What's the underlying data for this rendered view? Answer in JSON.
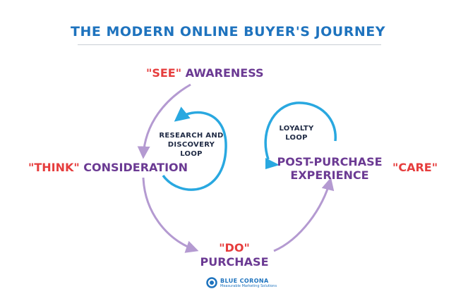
{
  "title": "THE MODERN ONLINE BUYER'S JOURNEY",
  "stages": {
    "see": {
      "quote": "\"SEE\"",
      "label": "AWARENESS"
    },
    "think": {
      "quote": "\"THINK\"",
      "label": "CONSIDERATION"
    },
    "do": {
      "quote": "\"DO\"",
      "label": "PURCHASE"
    },
    "care": {
      "quote": "\"CARE\"",
      "label_line1": "POST-PURCHASE",
      "label_line2": "EXPERIENCE"
    }
  },
  "loops": {
    "research": {
      "line1": "RESEARCH AND",
      "line2": "DISCOVERY",
      "line3": "LOOP"
    },
    "loyalty": {
      "line1": "LOYALTY",
      "line2": "LOOP"
    }
  },
  "logo": {
    "name": "BLUE CORONA",
    "tagline": "Measurable Marketing Solutions"
  },
  "colors": {
    "title": "#1e73be",
    "quote_red": "#e63d3d",
    "stage_purple": "#6b3a93",
    "journey_arrow": "#b49ad1",
    "loop_arrow": "#29a8e0"
  }
}
